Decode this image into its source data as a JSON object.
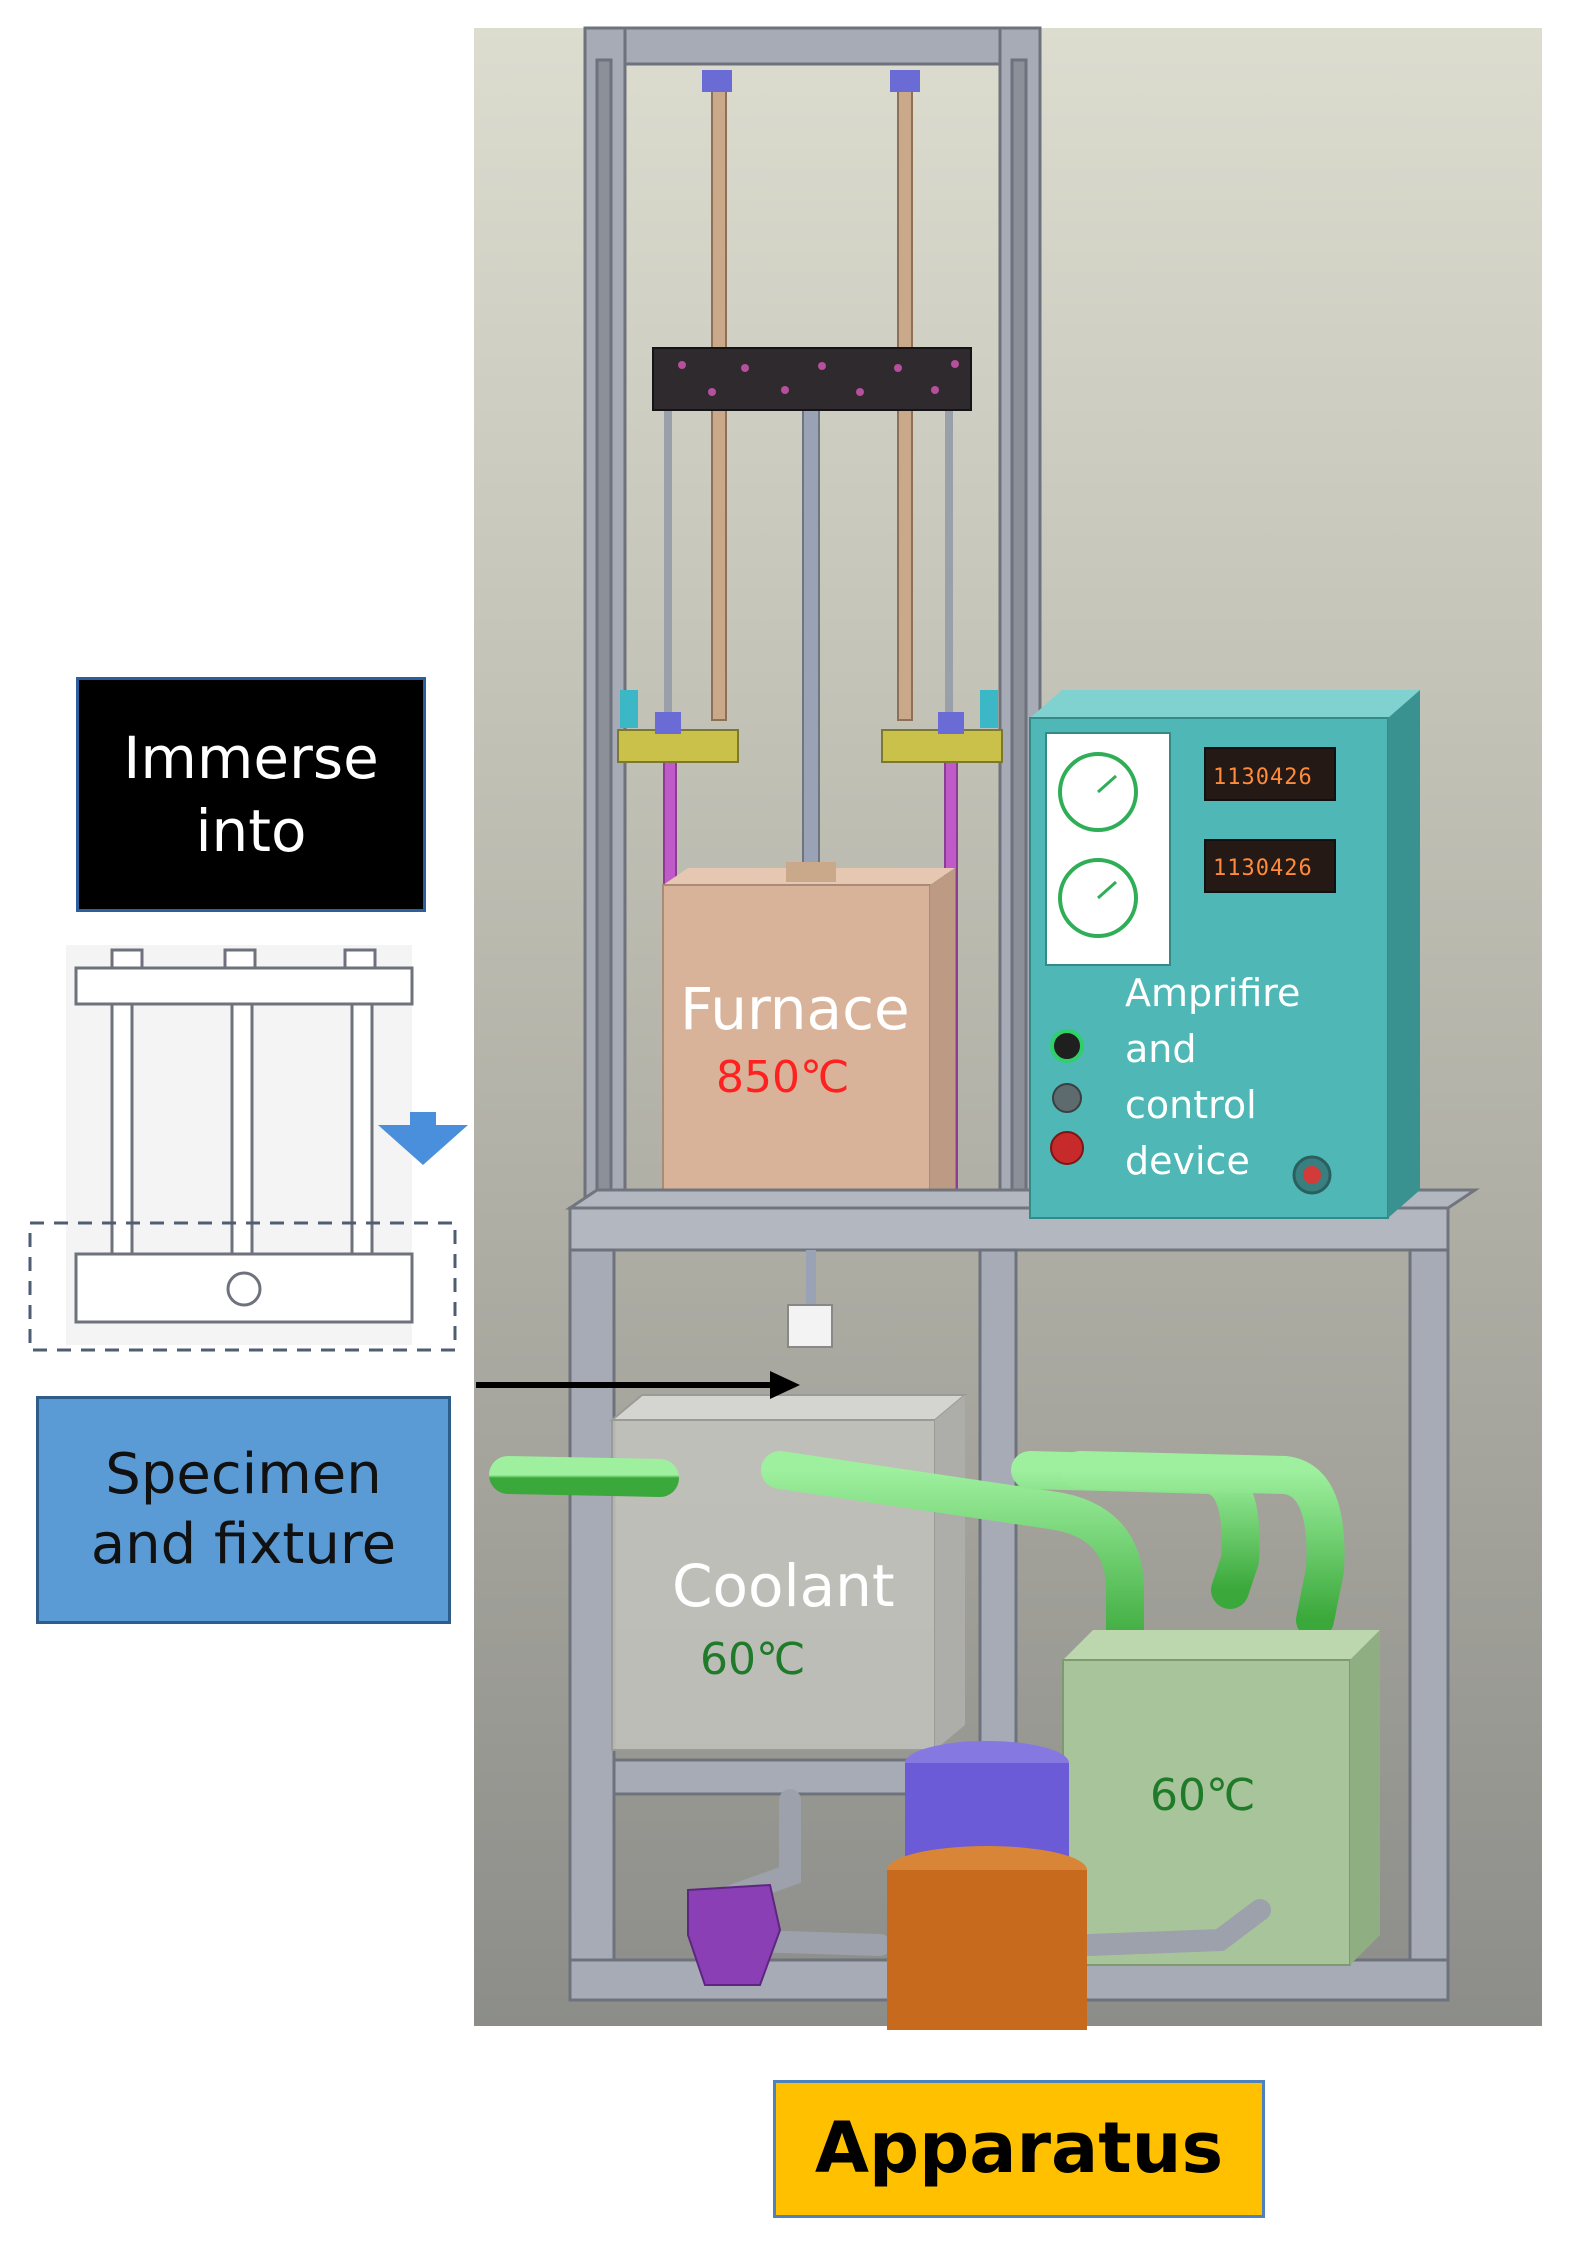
{
  "labels": {
    "immerse": "Immerse\ninto",
    "specimen": "Specimen\nand fixture",
    "apparatus": "Apparatus",
    "furnace": "Furnace",
    "furnace_temp": "850℃",
    "coolant": "Coolant",
    "coolant_temp": "60℃",
    "tank_temp": "60℃",
    "control_device": "Amprifire\nand\ncontrol\ndevice",
    "display_1": "1130426",
    "display_2": "1130426"
  },
  "colors": {
    "furnace": "#d8b39a",
    "coolant_tank": "#a8c49a",
    "control_box": "#4fb7b5",
    "pipes": "#6ad26a",
    "cylinder_top": "#6b5bd6",
    "cylinder_bottom": "#c86a1e",
    "frame": "#a7abb5"
  }
}
